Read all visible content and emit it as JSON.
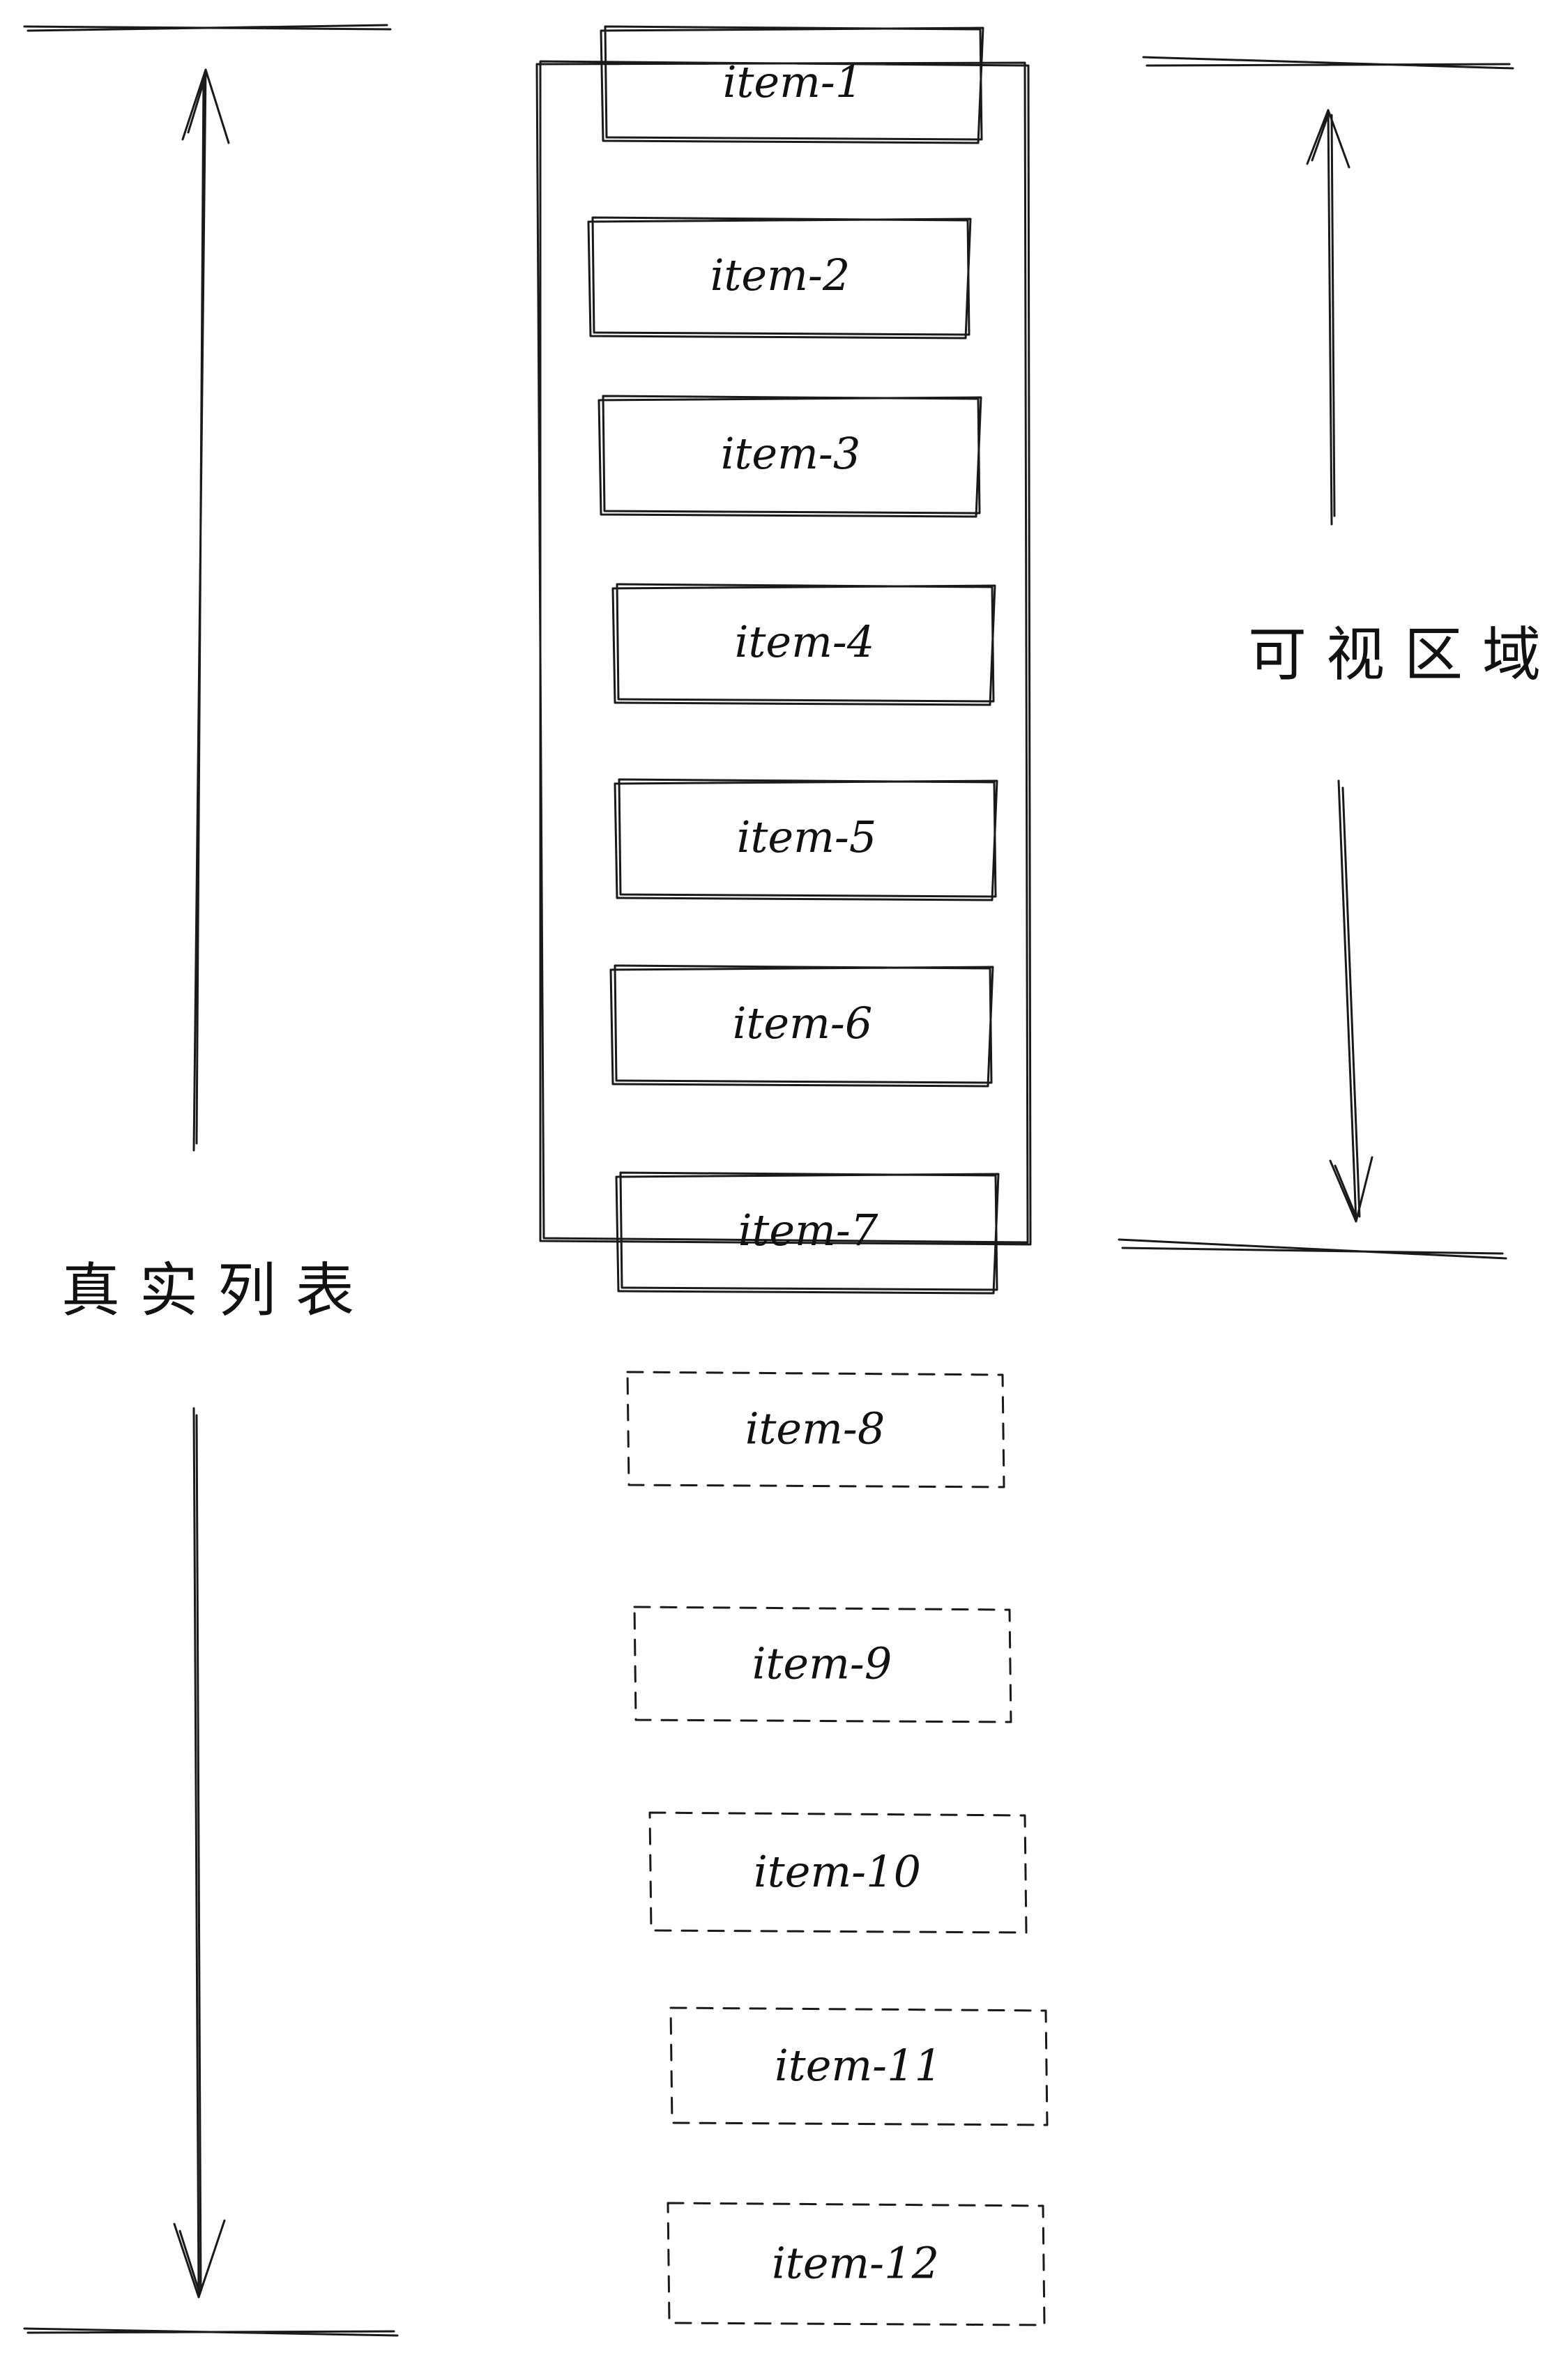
{
  "diagram": {
    "labels": {
      "real_list": "真实列表",
      "visible_area": "可视区域"
    },
    "items": [
      {
        "label": "item-1",
        "rendered": true
      },
      {
        "label": "item-2",
        "rendered": true
      },
      {
        "label": "item-3",
        "rendered": true
      },
      {
        "label": "item-4",
        "rendered": true
      },
      {
        "label": "item-5",
        "rendered": true
      },
      {
        "label": "item-6",
        "rendered": true
      },
      {
        "label": "item-7",
        "rendered": true
      },
      {
        "label": "item-8",
        "rendered": false
      },
      {
        "label": "item-9",
        "rendered": false
      },
      {
        "label": "item-10",
        "rendered": false
      },
      {
        "label": "item-11",
        "rendered": false
      },
      {
        "label": "item-12",
        "rendered": false
      }
    ]
  }
}
